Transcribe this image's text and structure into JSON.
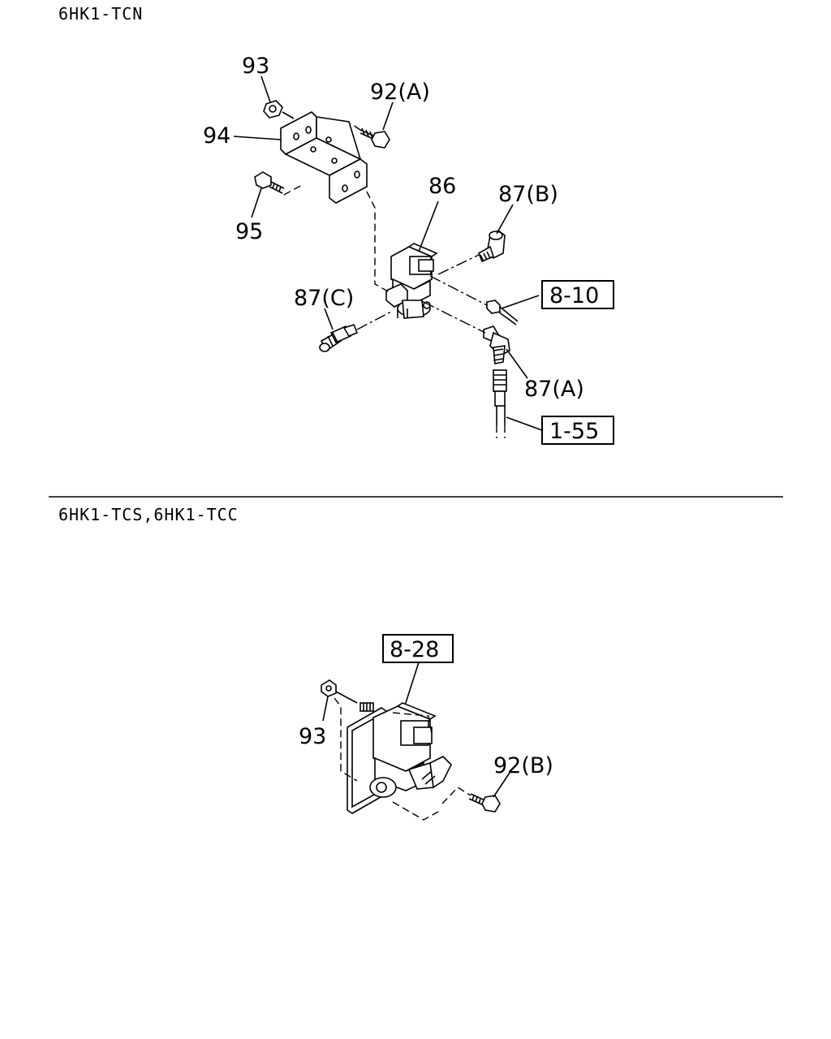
{
  "sections": {
    "top": {
      "title": "6HK1-TCN"
    },
    "bottom": {
      "title": "6HK1-TCS,6HK1-TCC"
    }
  },
  "callouts": {
    "c93_top": "93",
    "c92A": "92(A)",
    "c94": "94",
    "c95": "95",
    "c86": "86",
    "c87B": "87(B)",
    "c87C": "87(C)",
    "c87A": "87(A)",
    "ref_8_10": "8-10",
    "ref_1_55": "1-55",
    "ref_8_28": "8-28",
    "c93_bottom": "93",
    "c92B": "92(B)"
  }
}
